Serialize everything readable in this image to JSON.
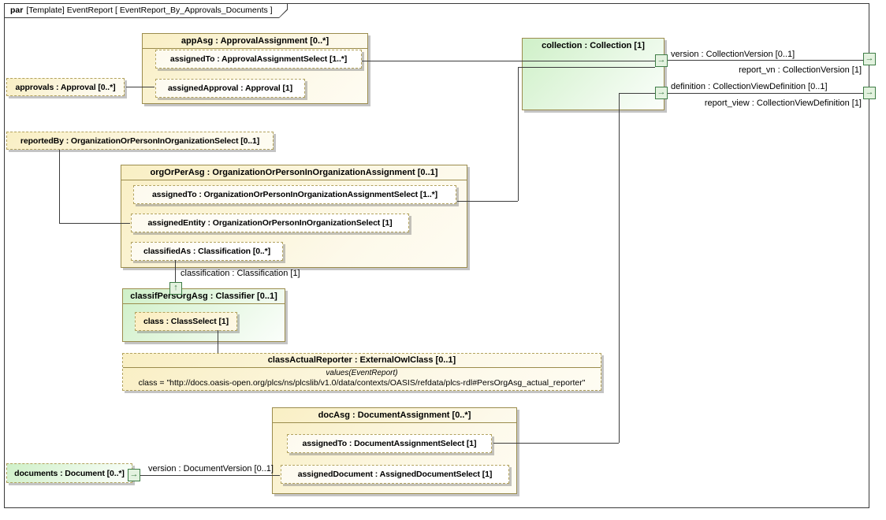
{
  "frame": {
    "keyword": "par",
    "title": "[Template] EventReport [ EventReport_By_Approvals_Documents ]"
  },
  "boxes": {
    "appAsg": {
      "title": "appAsg : ApprovalAssignment [0..*]",
      "assignedTo": "assignedTo : ApprovalAssignmentSelect [1..*]",
      "assignedApproval": "assignedApproval : Approval [1]"
    },
    "approvals": {
      "label": "approvals : Approval [0..*]"
    },
    "collection": {
      "title": "collection : Collection [1]"
    },
    "reportedBy": {
      "label": "reportedBy : OrganizationOrPersonInOrganizationSelect [0..1]"
    },
    "orgOrPerAsg": {
      "title": "orgOrPerAsg : OrganizationOrPersonInOrganizationAssignment [0..1]",
      "assignedTo": "assignedTo : OrganizationOrPersonInOrganizationAssignmentSelect [1..*]",
      "assignedEntity": "assignedEntity : OrganizationOrPersonInOrganizationSelect [1]",
      "classifiedAs": "classifiedAs : Classification [0..*]"
    },
    "classifPersOrgAsg": {
      "title": "classifPersOrgAsg : Classifier [0..1]",
      "class": "class : ClassSelect [1]"
    },
    "classActualReporter": {
      "title": "classActualReporter : ExternalOwlClass [0..1]",
      "stereotype": "values(EventReport)",
      "value": "class = \"http://docs.oasis-open.org/plcs/ns/plcslib/v1.0/data/contexts/OASIS/refdata/plcs-rdl#PersOrgAsg_actual_reporter\""
    },
    "docAsg": {
      "title": "docAsg : DocumentAssignment [0..*]",
      "assignedTo": "assignedTo : DocumentAssignmentSelect [1]",
      "assignedDocument": "assignedDocument : AssignedDocumentSelect [1]"
    },
    "documents": {
      "label": "documents : Document [0..*]"
    }
  },
  "edge_labels": {
    "version_collection": "version : CollectionVersion [0..1]",
    "report_vn": "report_vn : CollectionVersion [1]",
    "definition": "definition : CollectionViewDefinition [0..1]",
    "report_view": "report_view : CollectionViewDefinition [1]",
    "classification": "classification : Classification [1]",
    "doc_version": "version : DocumentVersion [0..1]"
  },
  "icons": {
    "right_arrow": "→",
    "up_arrow": "↑"
  },
  "colors": {
    "box_border": "#9b8c4d",
    "dashed_border": "#b3a35f",
    "port_green": "#3e7d46",
    "port_fill": "#e3f2df",
    "cream_fill": "#f9efc4",
    "green_fill": "#cff0c8",
    "connector": "#3c3c3c"
  }
}
